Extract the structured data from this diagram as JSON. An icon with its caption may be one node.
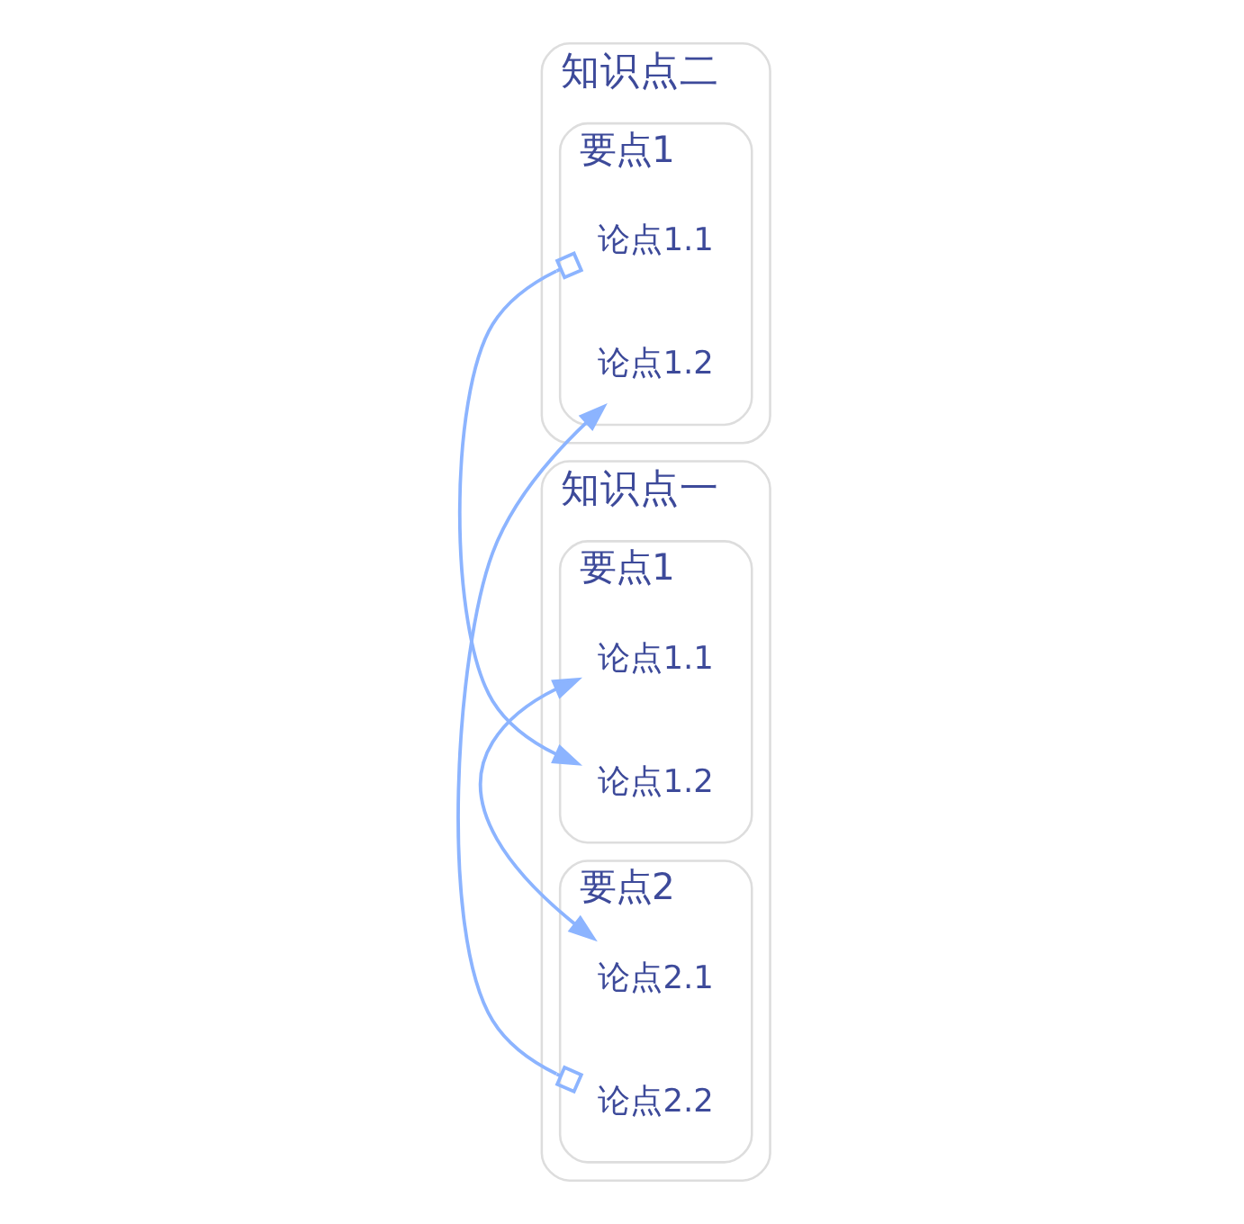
{
  "diagram": {
    "nodes": [
      {
        "text": [
          "知识点一"
        ]
      },
      {
        "text": [
          "要点1"
        ],
        "in": 0
      },
      {
        "text": [
          "论点1.1"
        ],
        "in": 1
      },
      {
        "text": [
          "论点1.2"
        ],
        "in": 1
      },
      {
        "text": [
          "要点2"
        ],
        "in": 0
      },
      {
        "text": [
          "论点2.1"
        ],
        "in": 4
      },
      {
        "text": [
          "论点2.2"
        ],
        "in": 4
      },
      {
        "text": [
          "知识点二"
        ]
      },
      {
        "text": [
          "要点1"
        ],
        "in": 7
      },
      {
        "text": [
          "论点1.1"
        ],
        "in": 8
      },
      {
        "text": [
          "论点1.2"
        ],
        "in": 8
      }
    ],
    "edges": [
      {
        "from": 2,
        "to": 5,
        "arrow": "both"
      },
      {
        "from": 9,
        "to": 3,
        "arrow": "to"
      },
      {
        "from": 6,
        "to": 10,
        "arrow": "to"
      }
    ]
  }
}
